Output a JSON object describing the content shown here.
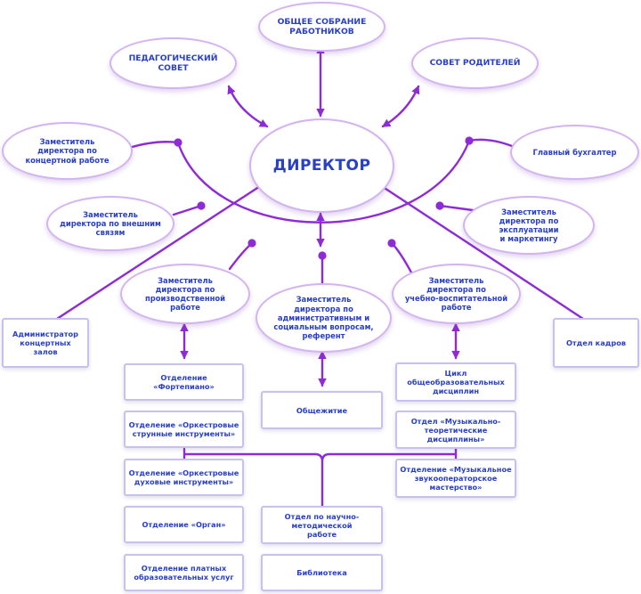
{
  "colors": {
    "line": "#8f2bd6",
    "text": "#2a40c4",
    "ellipse_border": "#d3b3f0",
    "box_border": "#c9c0ee"
  },
  "bodies": {
    "general_meeting": "ОБЩЕЕ СОБРАНИЕ\nРАБОТНИКОВ",
    "ped_council": "ПЕДАГОГИЧЕСКИЙ\nСОВЕТ",
    "parents_council": "СОВЕТ РОДИТЕЛЕЙ"
  },
  "director": "ДИРЕКТОР",
  "deputies": {
    "concert": "Заместитель\nдиректора по\nконцертной работе",
    "external": "Заместитель\nдиректора по внешним\nсвязям",
    "production": "Заместитель\nдиректора по\nпроизводственной\nработе",
    "admin_social": "Заместитель\nдиректора по\nадминистративным и\nсоциальным вопросам,\nреферент",
    "educational": "Заместитель\nдиректора по\nучебно-воспитательной\nработе",
    "operations": "Заместитель\nдиректора по\nэксплуатации\nи маркетингу",
    "chief_accountant": "Главный бухгалтер"
  },
  "units": {
    "concert_admin": "Администратор\nконцертных\nзалов",
    "hr": "Отдел кадров",
    "piano": "Отделение\n«Фортепиано»",
    "strings": "Отделение «Оркестровые\nструнные инструменты»",
    "winds": "Отделение «Оркестровые\nдуховые инструменты»",
    "organ": "Отделение «Орган»",
    "paid": "Отделение платных\nобразовательных услуг",
    "dormitory": "Общежитие",
    "methodology": "Отдел по научно-\nметодической\nработе",
    "library": "Библиотека",
    "general_cycle": "Цикл\nобщеобразовательных\nдисциплин",
    "music_theory": "Отдел «Музыкально-\nтеоретические\nдисциплины»",
    "sound_eng": "Отделение «Музыкальное\nзвукооператорское\nмастерство»"
  }
}
